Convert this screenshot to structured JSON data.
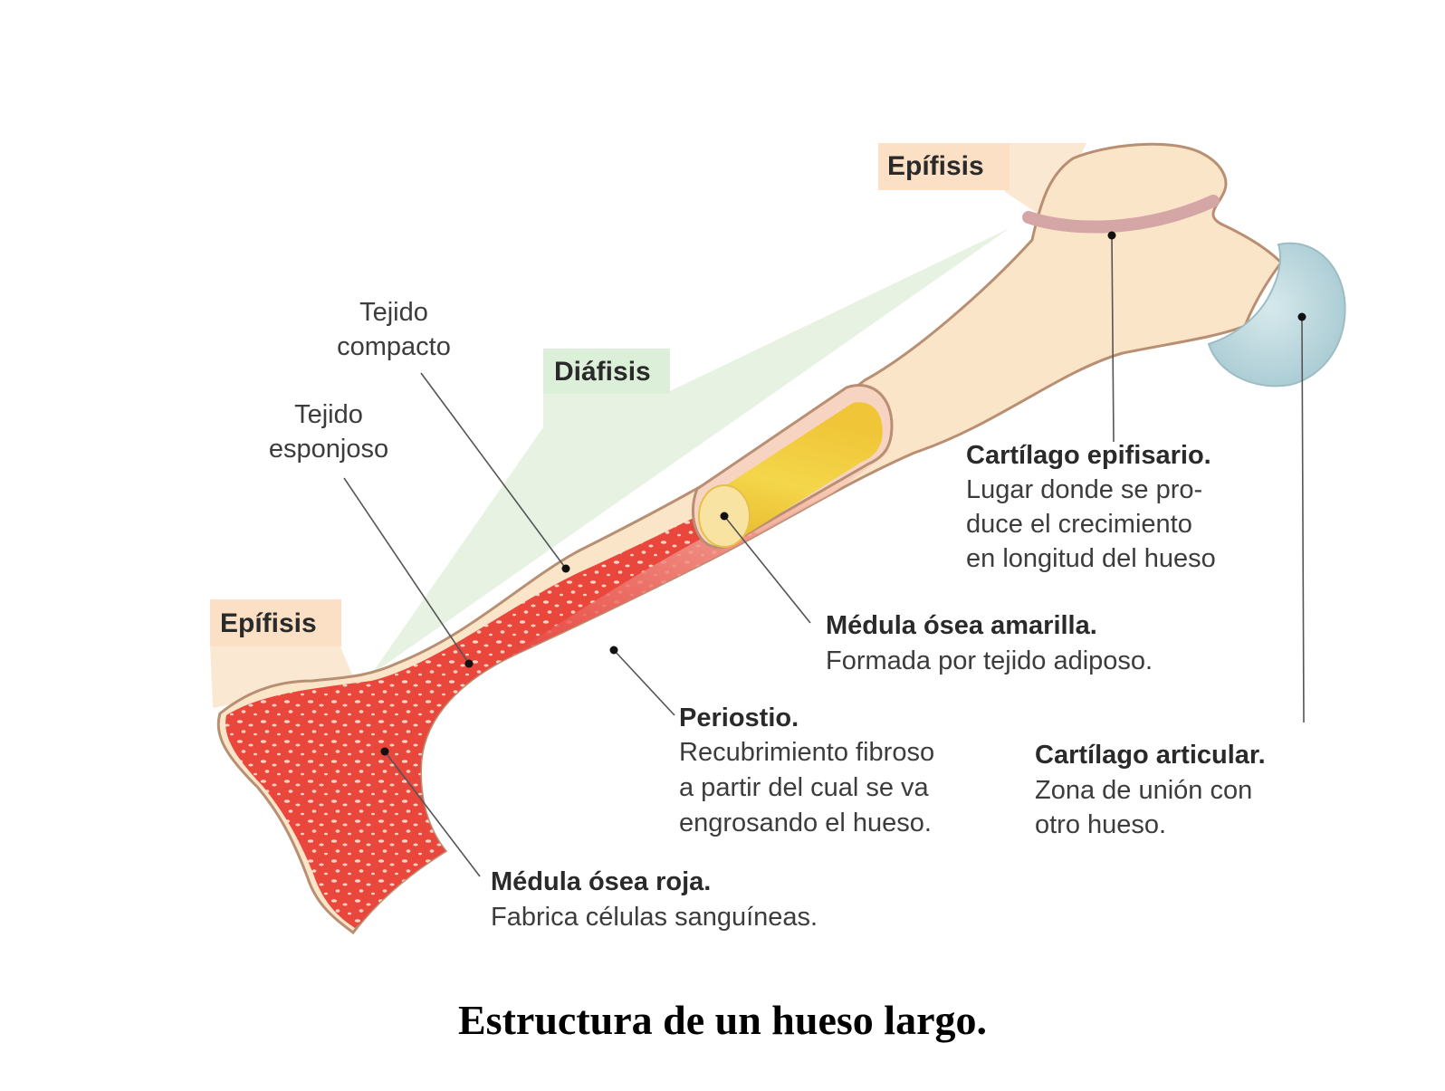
{
  "tags": {
    "epifisis_top": "Epífisis",
    "epifisis_left": "Epífisis",
    "diafisis": "Diáfisis"
  },
  "labels": {
    "tejido_compacto": [
      "Tejido",
      "compacto"
    ],
    "tejido_esponjoso": [
      "Tejido",
      "esponjoso"
    ]
  },
  "annotations": {
    "cartilago_epifisario": {
      "title": "Cartílago epifisario.",
      "lines": [
        "Lugar donde se pro-",
        "duce el crecimiento",
        "en longitud del hueso"
      ]
    },
    "medula_amarilla": {
      "title": "Médula ósea amarilla.",
      "lines": [
        "Formada por tejido adiposo."
      ]
    },
    "periostio": {
      "title": "Periostio.",
      "lines": [
        "Recubrimiento fibroso",
        "a partir del cual se va",
        "engrosando el hueso."
      ]
    },
    "cartilago_articular": {
      "title": "Cartílago articular.",
      "lines": [
        "Zona de unión con",
        "otro hueso."
      ]
    },
    "medula_roja": {
      "title": "Médula ósea roja.",
      "lines": [
        "Fabrica células sanguíneas."
      ]
    }
  },
  "caption": "Estructura de un hueso largo.",
  "colors": {
    "bone": "#fbe5c9",
    "bone_outline": "#b98f73",
    "marrow_red": "#e53a32",
    "marrow_yellow": "#f2cf3c",
    "articular_cartilage": "#bcd9df",
    "epiphyseal_line": "#d4a7a6",
    "tag_epifisis_bg": "#fbe0c6",
    "tag_diafisis_bg": "#dcefd9",
    "diafisis_wedge": "#e5f2e1"
  }
}
